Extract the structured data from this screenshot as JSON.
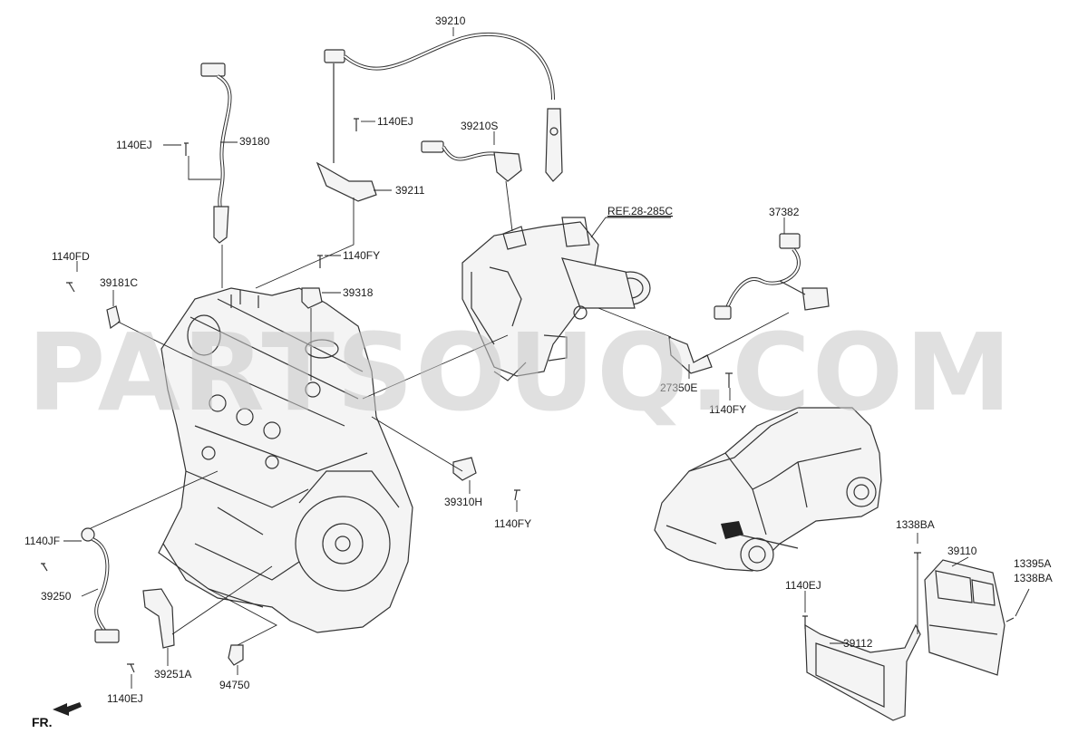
{
  "watermark": "PARTSOUQ.COM",
  "front_label": "FR.",
  "callouts": {
    "c39210": "39210",
    "c39180": "39180",
    "c1140EJ_a": "1140EJ",
    "c1140EJ_b": "1140EJ",
    "c39211": "39211",
    "c39210S": "39210S",
    "c1140FD": "1140FD",
    "c39181C": "39181C",
    "c1140FY_a": "1140FY",
    "c39318": "39318",
    "ref": "REF.28-285C",
    "c37382": "37382",
    "c27350E": "27350E",
    "c1140FY_b": "1140FY",
    "c39310H": "39310H",
    "c1140FY_c": "1140FY",
    "c1140JF": "1140JF",
    "c39250": "39250",
    "c39251A": "39251A",
    "c94750": "94750",
    "c1140EJ_c": "1140EJ",
    "c1338BA_a": "1338BA",
    "c39110": "39110",
    "c13395A": "13395A",
    "c1338BA_b": "1338BA",
    "c1140EJ_d": "1140EJ",
    "c39112": "39112"
  }
}
